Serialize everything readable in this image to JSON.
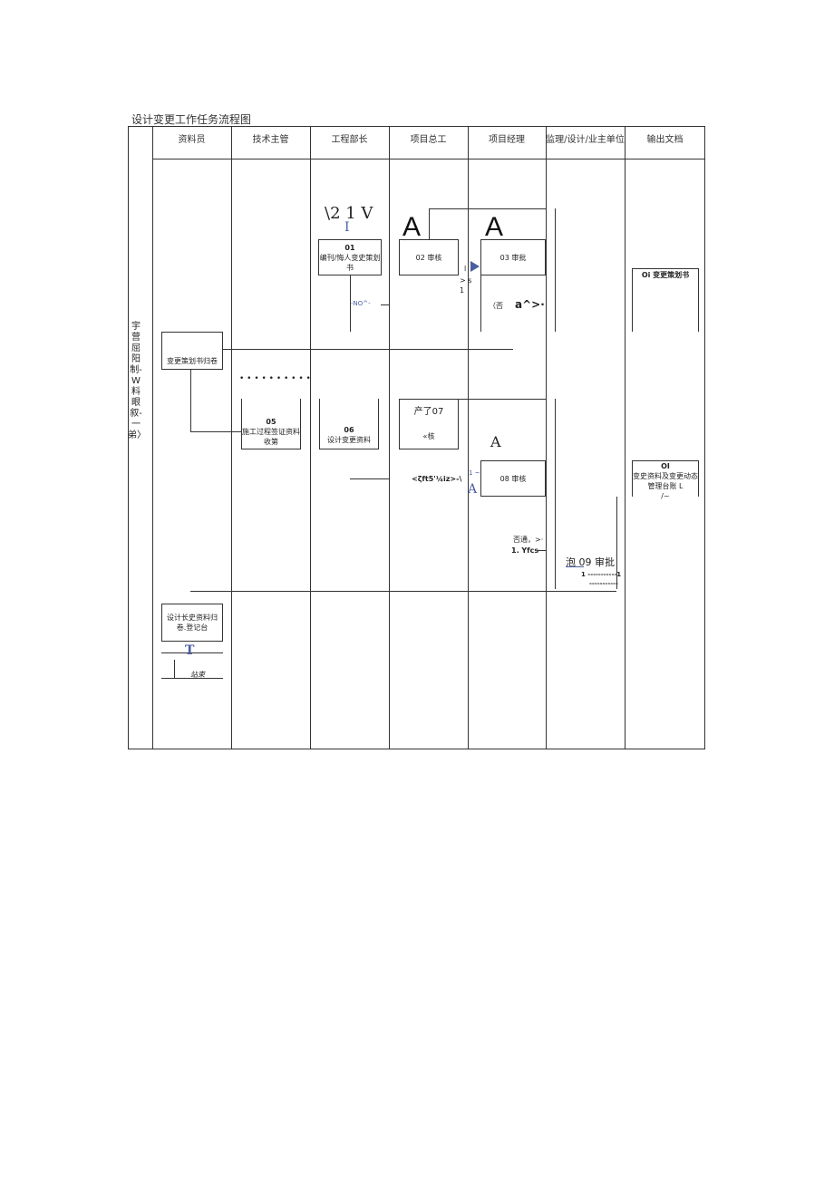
{
  "title": "设计变更工作任务流程图",
  "side_label": "宇营屈阳制-W 料眼叙-一弟〉",
  "headers": [
    "资料员",
    "技术主管",
    "工程部长",
    "项目总工",
    "项目经理",
    "监理/设计/业主单位",
    "输出文档"
  ],
  "nodes": {
    "n01": {
      "num": "01",
      "label": "编刊/悔人变史策划书"
    },
    "n02": {
      "label": "02 审核"
    },
    "n03": {
      "label": "03 审批"
    },
    "n04": {
      "label": "变更策划书归卷"
    },
    "n05": {
      "num": "05",
      "label": "施工过程签证资料收第"
    },
    "n06": {
      "num": "06",
      "label": "设计变更资料"
    },
    "n07": {
      "num": "产了07",
      "label": "«核"
    },
    "n08": {
      "label": "08 审核"
    },
    "n09": {
      "label": "泡 09 审批"
    },
    "n10": {
      "label": "设计长史资料归卷.登记台"
    },
    "end": {
      "label": "站束"
    }
  },
  "outputs": {
    "o1": "Oi 变更策划书",
    "o2_num": "OI",
    "o2": "变史资料及变更动态管理台账 L",
    "o2_tail": "/~"
  },
  "marks": {
    "v21v": "\\2 1 V",
    "i_mark": "I",
    "a1": "A",
    "a2": "A",
    "a3": "A",
    "no": "-NO^-",
    "s_mark": "> s",
    "one": "1",
    "i_left": "l",
    "fou": "（否",
    "a_arrow": "a^>·",
    "dots": "• • • • • • • • • •",
    "zft": "<ζft5'¼iz>-\\",
    "one_tilde": "1 ~",
    "a_blue": "A",
    "foutong": "否通，>·",
    "yfcs": "1. Yfcs",
    "t_mark": "T",
    "dash": "1 -----------1",
    "dash2": "-----------"
  }
}
